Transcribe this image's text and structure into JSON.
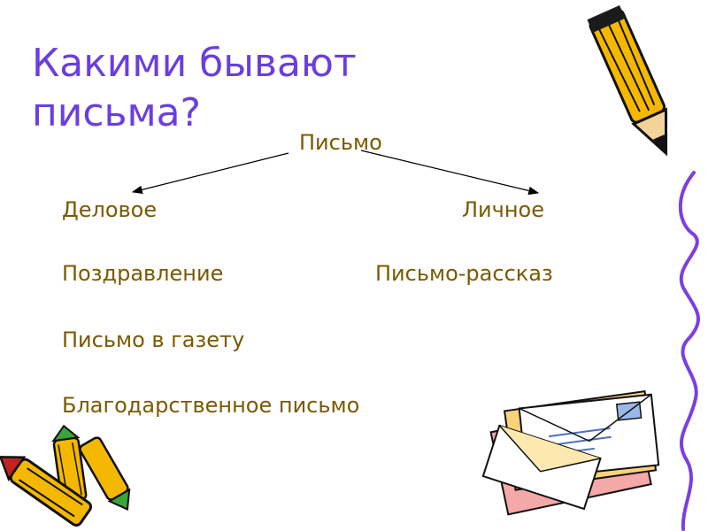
{
  "slide": {
    "title_lines": [
      "Какими бывают",
      "письма?"
    ],
    "root": "Письмо",
    "left_branch": "Деловое",
    "right_branch": "Личное",
    "left_items": [
      "Поздравление",
      "Письмо в газету",
      "Благодарственное письмо"
    ],
    "right_items": [
      "Письмо-рассказ"
    ]
  },
  "colors": {
    "title": "#6a3ee0",
    "text": "#7a5a00",
    "wavy_line": "#7b3fe4",
    "pencil_body": "#f5b800",
    "pencil_tip": "#c22222"
  },
  "decorations": [
    "pencil-icon",
    "crayon-icon",
    "envelopes-icon",
    "wavy-line"
  ]
}
